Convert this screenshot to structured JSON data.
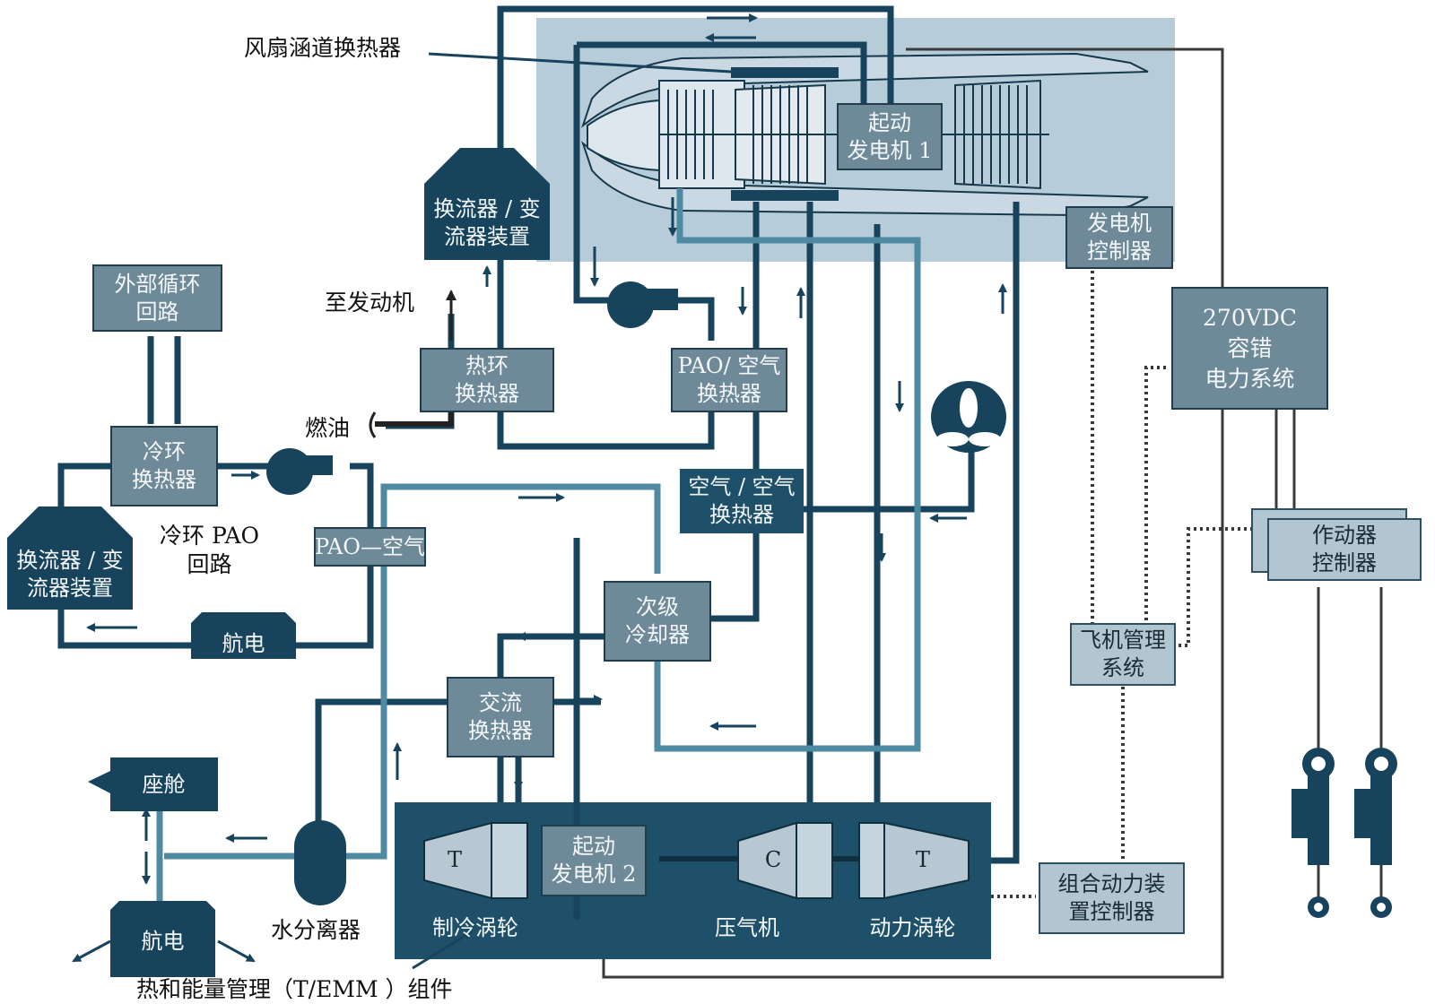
{
  "labels": {
    "fan_duct_hx": "风扇涵道换热器",
    "starter_gen_1": "起动\n发电机 1",
    "converter_top": "换流器 / 变\n流器装置",
    "gen_controller": "发电机\n控制器",
    "outer_loop": "外部循环\n回路",
    "to_engine": "至发动机",
    "hot_loop_hx": "热环\n换热器",
    "pao_air_hx": "PAO/ 空气\n换热器",
    "fuel": "燃油",
    "power_270vdc": "270VDC\n容错\n电力系统",
    "cold_loop_hx": "冷环\n换热器",
    "air_air_hx": "空气 / 空气\n换热器",
    "converter_left": "换流器 / 变\n流器装置",
    "cold_loop_pao": "冷环 PAO\n回路",
    "pao_air": "PAO—空气",
    "actuator_ctrl": "作动器\n控制器",
    "secondary_cooler": "次级\n冷却器",
    "avionics_1": "航电",
    "vms": "飞机管理\n系统",
    "ac_hx": "交流\n换热器",
    "cabin": "座舱",
    "starter_gen_2": "起动\n发电机 2",
    "turbine_t1": "T",
    "compressor_c": "C",
    "turbine_t2": "T",
    "ipp_controller": "组合动力装\n置控制器",
    "water_separator": "水分离器",
    "cooling_turbine": "制冷涡轮",
    "compressor": "压气机",
    "power_turbine": "动力涡轮",
    "avionics_2": "航电",
    "temm": "热和能量管理（T/EMM ）组件"
  },
  "colors": {
    "engine_bg": "#b7ccd9",
    "temm_bg": "#1f5069",
    "box_gray": "#6e8a99",
    "box_light": "#b2c6d1",
    "dark_pipe": "#17445c",
    "light_pipe": "#4f8aa3",
    "signal": "#3a3a3a"
  }
}
